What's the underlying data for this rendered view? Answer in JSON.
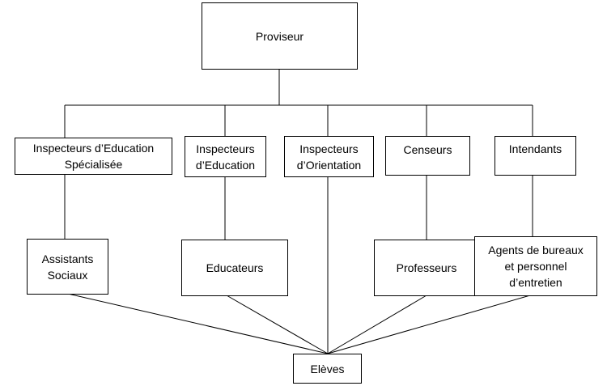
{
  "diagram": {
    "type": "org-chart",
    "nodes": {
      "proviseur": "Proviseur",
      "insp_edu_spec": "Inspecteurs d’Education\nSpécialisée",
      "insp_edu": "Inspecteurs\nd’Education",
      "insp_orient": "Inspecteurs\nd’Orientation",
      "censeurs": "Censeurs",
      "intendants": "Intendants",
      "assistants": "Assistants\nSociaux",
      "educateurs": "Educateurs",
      "professeurs": "Professeurs",
      "agents": "Agents de bureaux\net personnel\nd’entretien",
      "eleves": "Elèves"
    },
    "edges": [
      [
        "Proviseur",
        "Inspecteurs d’Education Spécialisée"
      ],
      [
        "Proviseur",
        "Inspecteurs d’Education"
      ],
      [
        "Proviseur",
        "Inspecteurs d’Orientation"
      ],
      [
        "Proviseur",
        "Censeurs"
      ],
      [
        "Proviseur",
        "Intendants"
      ],
      [
        "Inspecteurs d’Education Spécialisée",
        "Assistants Sociaux"
      ],
      [
        "Inspecteurs d’Education",
        "Educateurs"
      ],
      [
        "Censeurs",
        "Professeurs"
      ],
      [
        "Intendants",
        "Agents de bureaux et personnel d’entretien"
      ],
      [
        "Inspecteurs d’Orientation",
        "Elèves"
      ],
      [
        "Assistants Sociaux",
        "Elèves"
      ],
      [
        "Educateurs",
        "Elèves"
      ],
      [
        "Professeurs",
        "Elèves"
      ],
      [
        "Agents de bureaux et personnel d’entretien",
        "Elèves"
      ]
    ]
  }
}
